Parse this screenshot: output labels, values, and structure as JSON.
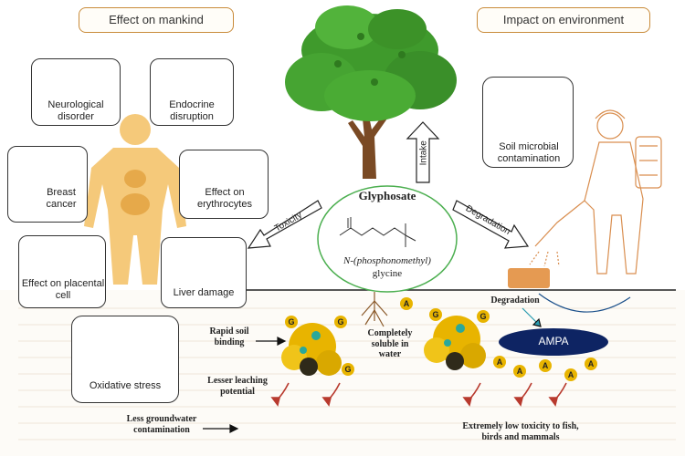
{
  "headers": {
    "left": "Effect on mankind",
    "right": "Impact on environment"
  },
  "effects": {
    "neurological": "Neurological disorder",
    "endocrine": "Endocrine disruption",
    "breast": "Breast cancer",
    "erythrocytes": "Effect on erythrocytes",
    "placental": "Effect on placental cell",
    "liver": "Liver damage",
    "oxidative": "Oxidative stress"
  },
  "environment": {
    "soil_microbial": "Soil microbial contamination"
  },
  "center": {
    "title": "Glyphosate",
    "name_line1": "N-(phosphonomethyl)",
    "name_line2": "glycine",
    "intake": "Intake",
    "toxicity": "Toxicity",
    "degradation": "Degradation"
  },
  "soil": {
    "rapid_binding": "Rapid soil binding",
    "lesser_leaching": "Lesser leaching potential",
    "less_groundwater": "Less groundwater contamination",
    "soluble": "Completely soluble in water",
    "degradation": "Degradation",
    "ampa": "AMPA",
    "low_toxicity": "Extremely low toxicity to fish, birds and mammals",
    "g": "G",
    "a": "A"
  },
  "colors": {
    "header_border": "#c98b3a",
    "tree_green": "#3f9a2c",
    "ampa": "#0e2463",
    "particle": "#e8b400",
    "body": "#f5c97a",
    "arrow_red": "#c0392b"
  }
}
